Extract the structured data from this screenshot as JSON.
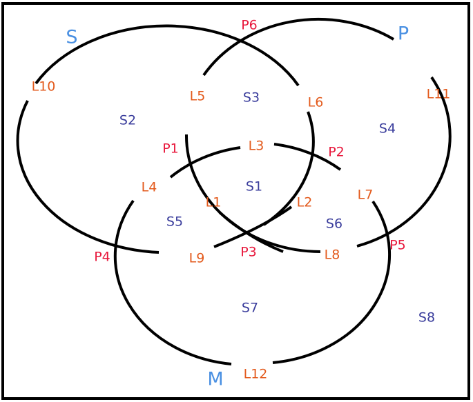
{
  "sets": {
    "s": "S",
    "p": "P",
    "m": "M"
  },
  "regions": {
    "s1": "S1",
    "s2": "S2",
    "s3": "S3",
    "s4": "S4",
    "s5": "S5",
    "s6": "S6",
    "s7": "S7",
    "s8": "S8"
  },
  "points": {
    "p1": "P1",
    "p2": "P2",
    "p3": "P3",
    "p4": "P4",
    "p5": "P5",
    "p6": "P6"
  },
  "lines": {
    "l1": "L1",
    "l2": "L2",
    "l3": "L3",
    "l4": "L4",
    "l5": "L5",
    "l6": "L6",
    "l7": "L7",
    "l8": "L8",
    "l9": "L9",
    "l10": "L10",
    "l11": "L11",
    "l12": "L12"
  },
  "colors": {
    "set_label": "#4a90e2",
    "region_label": "#3a3d9c",
    "point_label": "#e8183c",
    "line_label": "#e35a1c",
    "stroke": "#000000"
  }
}
